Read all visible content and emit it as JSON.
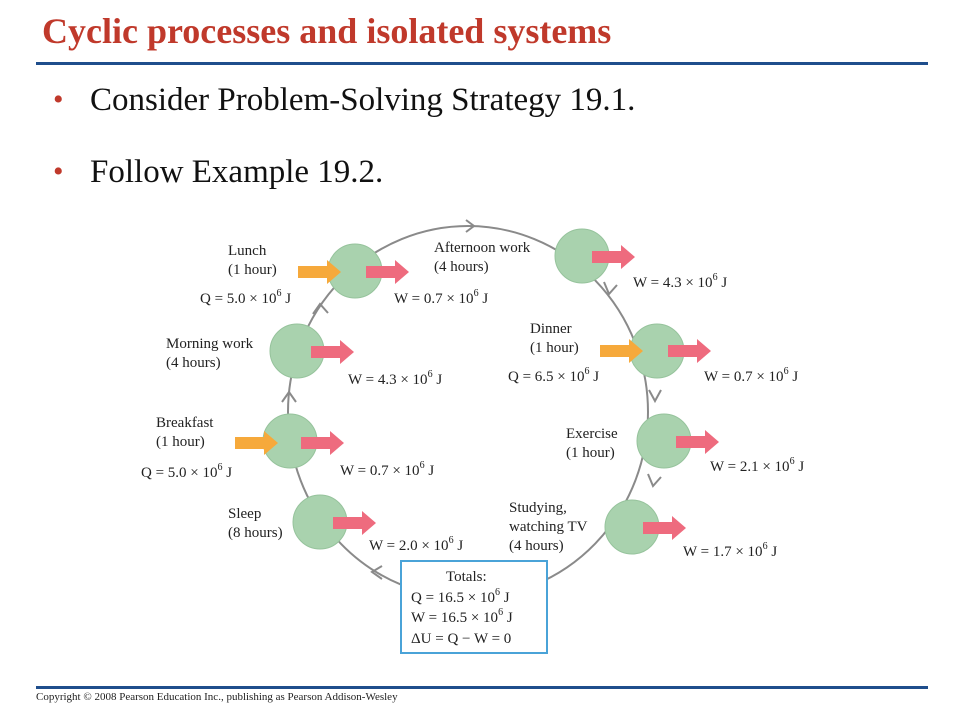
{
  "title": "Cyclic processes and isolated systems",
  "bullets": [
    "Consider Problem-Solving Strategy 19.1.",
    "Follow Example 19.2."
  ],
  "activities": {
    "lunch": {
      "name": "Lunch",
      "duration": "(1 hour)",
      "q": "Q = 5.0 × 10",
      "w": "W = 0.7 × 10"
    },
    "afternoon": {
      "name": "Afternoon work",
      "duration": "(4 hours)",
      "w": "W = 4.3 × 10"
    },
    "morning": {
      "name": "Morning work",
      "duration": "(4 hours)",
      "w": "W = 4.3 × 10"
    },
    "dinner": {
      "name": "Dinner",
      "duration": "(1 hour)",
      "q": "Q = 6.5 × 10",
      "w": "W = 0.7 × 10"
    },
    "breakfast": {
      "name": "Breakfast",
      "duration": "(1 hour)",
      "q": "Q = 5.0 × 10",
      "w": "W = 0.7 × 10"
    },
    "exercise": {
      "name": "Exercise",
      "duration": "(1 hour)",
      "w": "W = 2.1 × 10"
    },
    "sleep": {
      "name": "Sleep",
      "duration": "(8 hours)",
      "w": "W = 2.0 × 10"
    },
    "studying": {
      "name": "Studying,",
      "name2": "watching TV",
      "duration": "(4 hours)",
      "w": "W = 1.7 × 10"
    }
  },
  "exponent": "6",
  "unit": " J",
  "totals": {
    "heading": "Totals:",
    "q": "Q = 16.5 × 10",
    "w": "W = 16.5 × 10",
    "du": "ΔU = Q − W = 0"
  },
  "copyright": "Copyright © 2008 Pearson Education Inc., publishing as Pearson Addison-Wesley",
  "colors": {
    "title": "#c0392b",
    "rule": "#1f4e8c",
    "circle": "#a9d2ae",
    "heat_arrow": "#f6a93b",
    "work_arrow": "#ee6b7e",
    "cycle_line": "#8a8a8a",
    "totals_border": "#4aa3d8"
  }
}
